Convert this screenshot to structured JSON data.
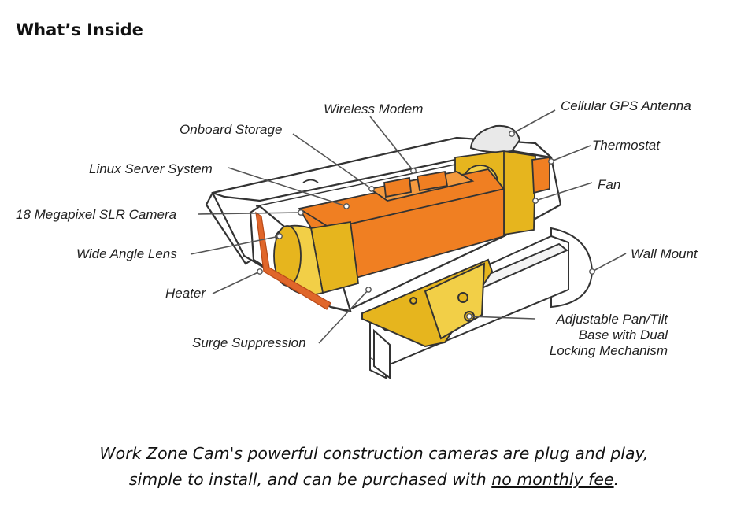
{
  "heading": "What’s Inside",
  "labels": {
    "wireless_modem": "Wireless Modem",
    "cellular_gps_antenna": "Cellular GPS Antenna",
    "onboard_storage": "Onboard Storage",
    "thermostat": "Thermostat",
    "linux_server": "Linux Server System",
    "fan": "Fan",
    "slr_camera": "18 Megapixel SLR Camera",
    "wide_angle_lens": "Wide Angle Lens",
    "wall_mount": "Wall Mount",
    "heater": "Heater",
    "pan_tilt_line1": "Adjustable Pan/Tilt",
    "pan_tilt_line2": "Base with Dual",
    "pan_tilt_line3": "Locking Mechanism",
    "surge_suppression": "Surge Suppression"
  },
  "caption": {
    "line1": "Work Zone Cam's powerful construction cameras are plug and play,",
    "line2_start": "simple to install, and can be purchased with ",
    "line2_underlined": "no monthly fee",
    "line2_end": "."
  },
  "colors": {
    "orange": "#f07f22",
    "orange_dark": "#c8601a",
    "yellow": "#e6b51e",
    "yellow_light": "#f2cf47",
    "outline": "#333333",
    "leader": "#555555"
  }
}
